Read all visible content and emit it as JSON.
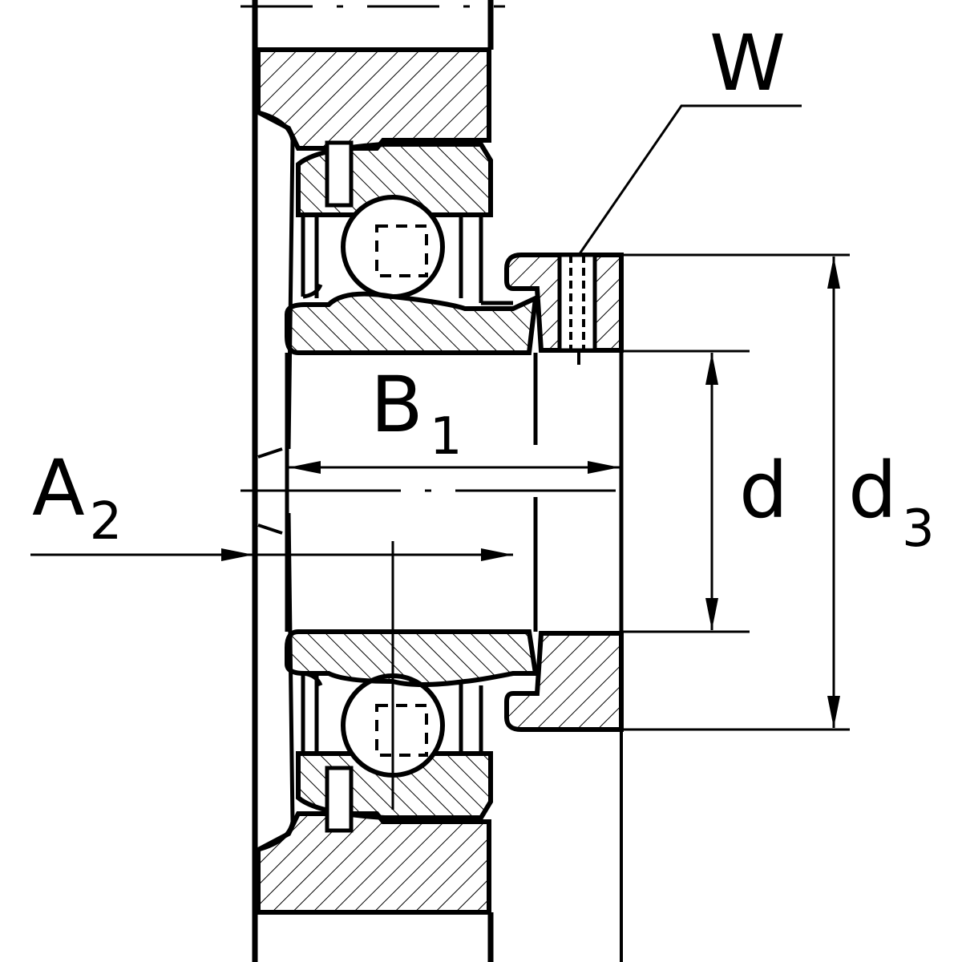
{
  "labels": {
    "w": "W",
    "b": "B",
    "b_sub": "1",
    "a": "A",
    "a_sub": "2",
    "d": "d",
    "d3": "d",
    "d3_sub": "3"
  },
  "colors": {
    "ink": "#000000",
    "paper": "#ffffff"
  }
}
